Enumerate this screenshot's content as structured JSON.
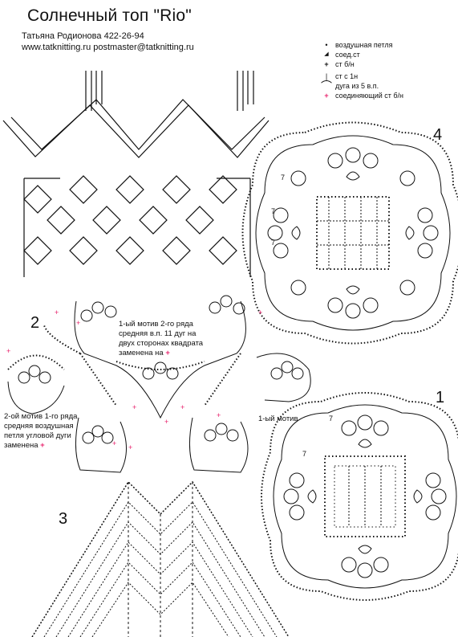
{
  "header": {
    "title": "Солнечный топ  \"Rio\"",
    "author_line": "Татьяна Родионова 422-26-94",
    "contact_line": "www.tatknitting.ru  postmaster@tatknitting.ru"
  },
  "legend": [
    {
      "symbol": "•",
      "label": "воздушная петля"
    },
    {
      "symbol": "◢",
      "label": "соед.ст"
    },
    {
      "symbol": "+",
      "label": "ст б/н"
    },
    {
      "symbol": "|",
      "label": "ст с 1н"
    },
    {
      "symbol": "⌒",
      "label": "дуга из 5 в.п."
    },
    {
      "symbol": "+",
      "label": "соединяющий ст б/н"
    }
  ],
  "colors": {
    "accent_pink": "#e8236d",
    "ink": "#111111"
  },
  "figure_numbers": {
    "one": "1",
    "two": "2",
    "three": "3",
    "four": "4"
  },
  "motif_number_seven": "7",
  "notes": {
    "note_top": [
      "1-ый мотив 2-го ряда",
      "средняя в.п. 11 дуг на",
      "двух сторонах квадрата",
      "заменена на"
    ],
    "note_left": [
      "2-ой мотив 1-го ряда",
      "средняя воздушная",
      "петля угловой дуги",
      "заменена"
    ],
    "note_first_motif": "1-ый мотив",
    "plus_sign": "+"
  }
}
